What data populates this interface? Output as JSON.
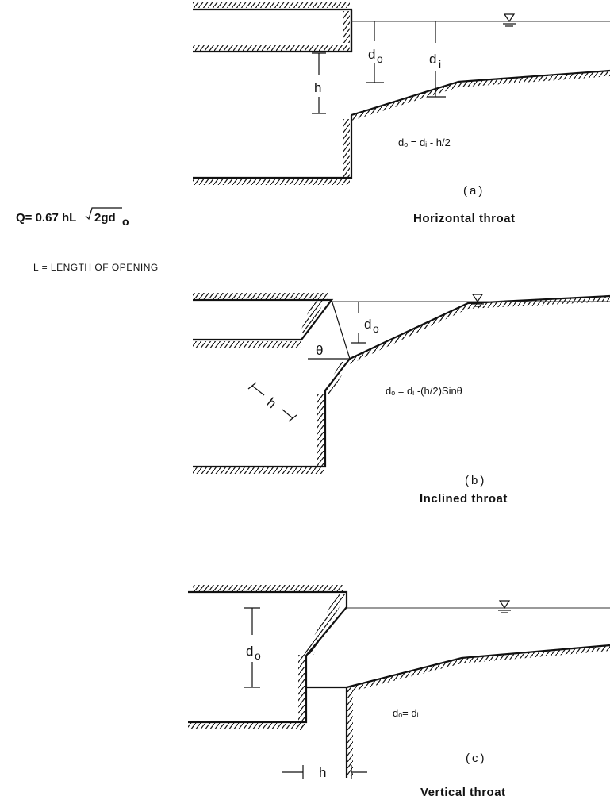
{
  "formula": {
    "text": "Q= 0.67 hL",
    "radical": "2gd",
    "radical_sub": "o"
  },
  "note": "L = LENGTH  OF  OPENING",
  "symbols": {
    "do": "d",
    "do_sub": "o",
    "di": "d",
    "di_sub": "i",
    "h": "h",
    "theta": "θ"
  },
  "panel_a": {
    "equation": "dₒ = dᵢ - h/2",
    "part_label": "(a)",
    "title": "Horizontal throat"
  },
  "panel_b": {
    "equation": "dₒ = dᵢ -(h/2)Sinθ",
    "part_label": "(b)",
    "title": "Inclined throat"
  },
  "panel_c": {
    "equation": "dₒ= dᵢ",
    "part_label": "(c)",
    "title": "Vertical throat"
  }
}
